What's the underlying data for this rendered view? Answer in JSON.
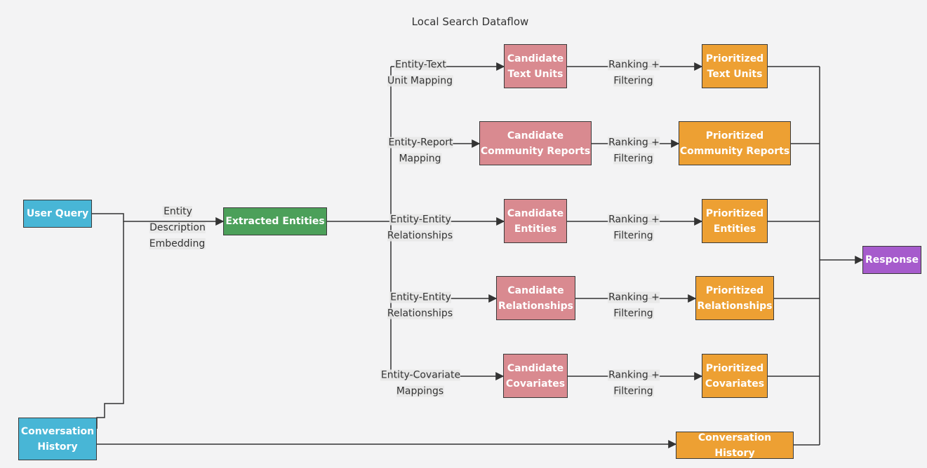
{
  "title": "Local Search Dataflow",
  "nodes": {
    "user_query": "User Query",
    "conversation_history_input": "Conversation\nHistory",
    "extracted_entities": "Extracted Entities",
    "candidate_text_units": "Candidate\nText Units",
    "candidate_community_reports": "Candidate\nCommunity Reports",
    "candidate_entities": "Candidate\nEntities",
    "candidate_relationships": "Candidate\nRelationships",
    "candidate_covariates": "Candidate\nCovariates",
    "prioritized_text_units": "Prioritized\nText Units",
    "prioritized_community_reports": "Prioritized\nCommunity Reports",
    "prioritized_entities": "Prioritized\nEntities",
    "prioritized_relationships": "Prioritized\nRelationships",
    "prioritized_covariates": "Prioritized\nCovariates",
    "conversation_history_output": "Conversation History",
    "response": "Response"
  },
  "edge_labels": {
    "embedding": "Entity\nDescription\nEmbedding",
    "text_unit_mapping": "Entity-Text\nUnit Mapping",
    "report_mapping": "Entity-Report\nMapping",
    "entity_relationships_1": "Entity-Entity\nRelationships",
    "entity_relationships_2": "Entity-Entity\nRelationships",
    "covariate_mappings": "Entity-Covariate\nMappings",
    "ranking_1": "Ranking +\nFiltering",
    "ranking_2": "Ranking +\nFiltering",
    "ranking_3": "Ranking +\nFiltering",
    "ranking_4": "Ranking +\nFiltering",
    "ranking_5": "Ranking +\nFiltering"
  },
  "colors": {
    "input": "#48b6d6",
    "entities": "#4ca05a",
    "candidate": "#d98a90",
    "prioritized": "#eda033",
    "response": "#a65bcc",
    "edge": "#333333",
    "background": "#f3f3f4"
  }
}
